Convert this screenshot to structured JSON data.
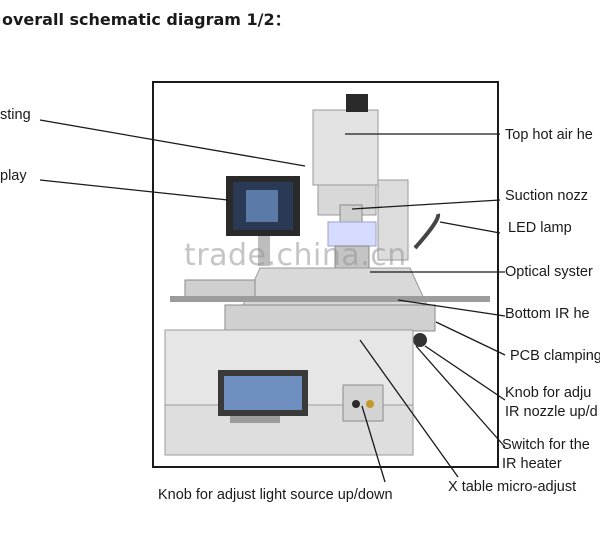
{
  "title": "overall schematic diagram 1/2：",
  "watermark": "trade.china.cn",
  "labels": {
    "left_top": "sting",
    "left_mid": "play",
    "top_hot_air": "Top hot air he",
    "suction_nozzle": "Suction nozz",
    "led_lamp": "LED lamp",
    "optical_system": "Optical syster",
    "bottom_ir": "Bottom IR he",
    "pcb_clamping": "PCB clamping",
    "knob_ir_1": "Knob for adju",
    "knob_ir_2": "IR nozzle up/d",
    "switch_ir_1": "Switch for the",
    "switch_ir_2": "IR heater",
    "x_table": "X table micro-adjust",
    "knob_light": "Knob for adjust light source up/down"
  },
  "colors": {
    "frame": "#1a1a1a",
    "machine_body": "#e6e6e6",
    "machine_shadow": "#b9b9b9",
    "screen": "#2a3a55",
    "led_glow": "#d6dcff"
  }
}
